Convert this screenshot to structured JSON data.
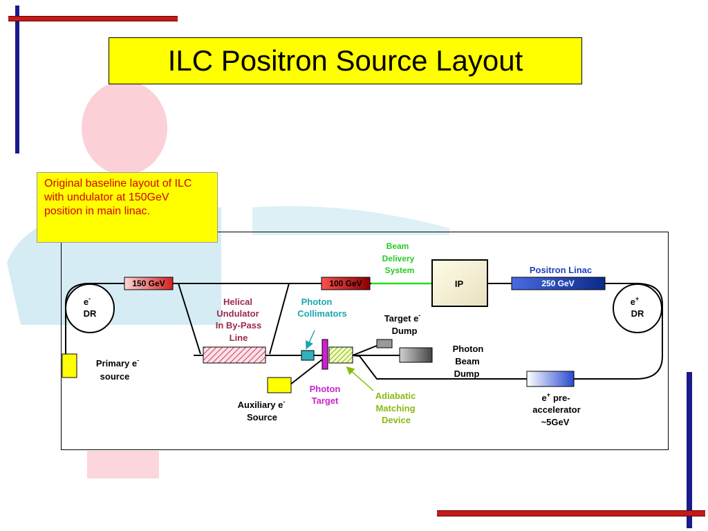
{
  "title": "ILC Positron Source Layout",
  "note": "Original baseline layout of ILC with undulator at 150GeV position in main linac.",
  "colors": {
    "title_bg": "#ffff00",
    "note_text": "#d40000",
    "frame_blue": "#1a1a8c",
    "frame_red": "#c41a1a",
    "green": "#22cc22",
    "cyan": "#1aa6b0",
    "magenta": "#cc22cc",
    "olive": "#88bb11",
    "positron_blue": "#1f3fbf"
  },
  "diagram": {
    "e_minus_dr": {
      "line1": "e",
      "sup": "-",
      "line2": "DR"
    },
    "e_plus_dr": {
      "line1": "e",
      "sup": "+",
      "line2": "DR"
    },
    "box_150": "150 GeV",
    "box_100": "100 GeV",
    "box_250": "250 GeV",
    "ip": "IP",
    "beam_delivery": [
      "Beam",
      "Delivery",
      "System"
    ],
    "positron_linac": "Positron Linac",
    "helical_undulator": [
      "Helical",
      "Undulator",
      "In By-Pass",
      "Line"
    ],
    "photon_collimators": [
      "Photon",
      "Collimators"
    ],
    "target_dump": [
      "Target e",
      "Dump"
    ],
    "target_dump_sup": "-",
    "photon_beam_dump": [
      "Photon",
      "Beam",
      "Dump"
    ],
    "primary_source": [
      "Primary e",
      "source"
    ],
    "primary_source_sup": "-",
    "auxiliary_source": [
      "Auxiliary e",
      "Source"
    ],
    "auxiliary_source_sup": "-",
    "photon_target": [
      "Photon",
      "Target"
    ],
    "adiabatic": [
      "Adiabatic",
      "Matching",
      "Device"
    ],
    "preaccelerator": [
      "e",
      "pre-",
      "accelerator",
      "~5GeV"
    ],
    "preaccelerator_sup": "+"
  }
}
